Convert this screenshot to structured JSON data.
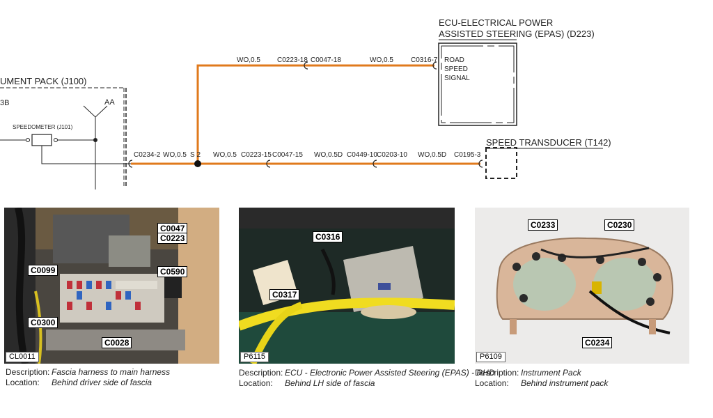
{
  "colors": {
    "wire": "#e07a1c",
    "line": "#222222"
  },
  "diagram": {
    "components": {
      "ecu": {
        "line1": "ECU-ELECTRICAL POWER",
        "line2": "ASSISTED STEERING (EPAS) (D223)",
        "pin_label": [
          "ROAD",
          "SPEED",
          "SIGNAL"
        ]
      },
      "instrument_pack": "UMENT PACK (J100)",
      "speedometer": "SPEEDOMETER (J101)",
      "speed_transducer": "SPEED TRANSDUCER (T142)",
      "edge_label": "3B",
      "aa": "AA"
    },
    "upper_wire": {
      "spec1": "WO,0.5",
      "conn1": "C0223-18",
      "conn2": "C0047-18",
      "spec2": "WO,0.5",
      "conn3": "C0316-7"
    },
    "lower_wire": {
      "conn_start": "C0234-2",
      "spec0": "WO,0.5",
      "splice": "S 2",
      "spec1": "WO,0.5",
      "conn1": "C0223-15",
      "conn2": "C0047-15",
      "spec2": "WO,0.5D",
      "conn3": "C0449-10",
      "conn4": "C0203-10",
      "spec3": "WO,0.5D",
      "conn5": "C0195-3"
    }
  },
  "photos": [
    {
      "ref": "CL0011",
      "callouts": [
        "C0047",
        "C0223",
        "C0099",
        "C0590",
        "C0300",
        "C0028"
      ],
      "description_label": "Description:",
      "description": "Fascia harness to main harness",
      "location_label": "Location:",
      "location": "Behind driver side of fascia"
    },
    {
      "ref": "P6115",
      "callouts": [
        "C0316",
        "C0317"
      ],
      "description_label": "Description:",
      "description": "ECU - Electronic Power Assisted Steering (EPAS) - RHD",
      "location_label": "Location:",
      "location": "Behind LH side of fascia"
    },
    {
      "ref": "P6109",
      "callouts": [
        "C0233",
        "C0230",
        "C0234"
      ],
      "description_label": "Description:",
      "description": "Instrument Pack",
      "location_label": "Location:",
      "location": "Behind instrument pack"
    }
  ]
}
